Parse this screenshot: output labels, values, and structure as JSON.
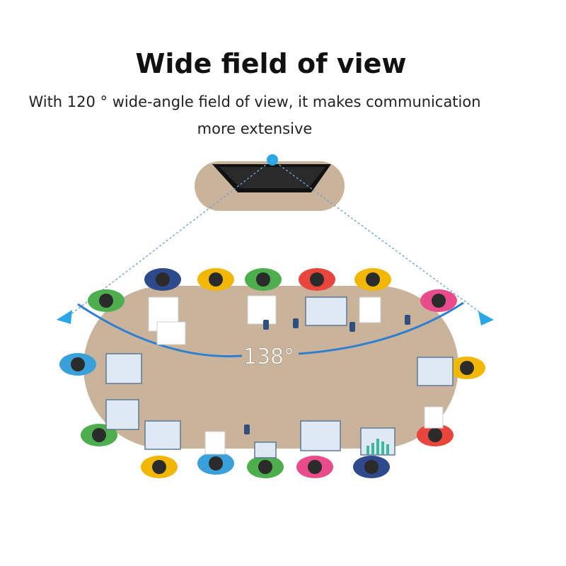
{
  "heading": {
    "title": "Wide field of view"
  },
  "subtitle": {
    "line1": "With 120 ° wide-angle field of view, it makes communication",
    "line2": "more extensive"
  },
  "diagram": {
    "angle_label": "138°",
    "colors": {
      "table": "#c9b39a",
      "camera_base": "#c9b39a",
      "fov_line": "#6aa3d8",
      "arc": "#2f7fd0",
      "camera_lens": "#2aa6e6",
      "screen": "#111111"
    },
    "icons": [
      "camera-icon",
      "person-icon",
      "laptop-icon",
      "paper-icon",
      "phone-icon",
      "chart-icon"
    ]
  }
}
